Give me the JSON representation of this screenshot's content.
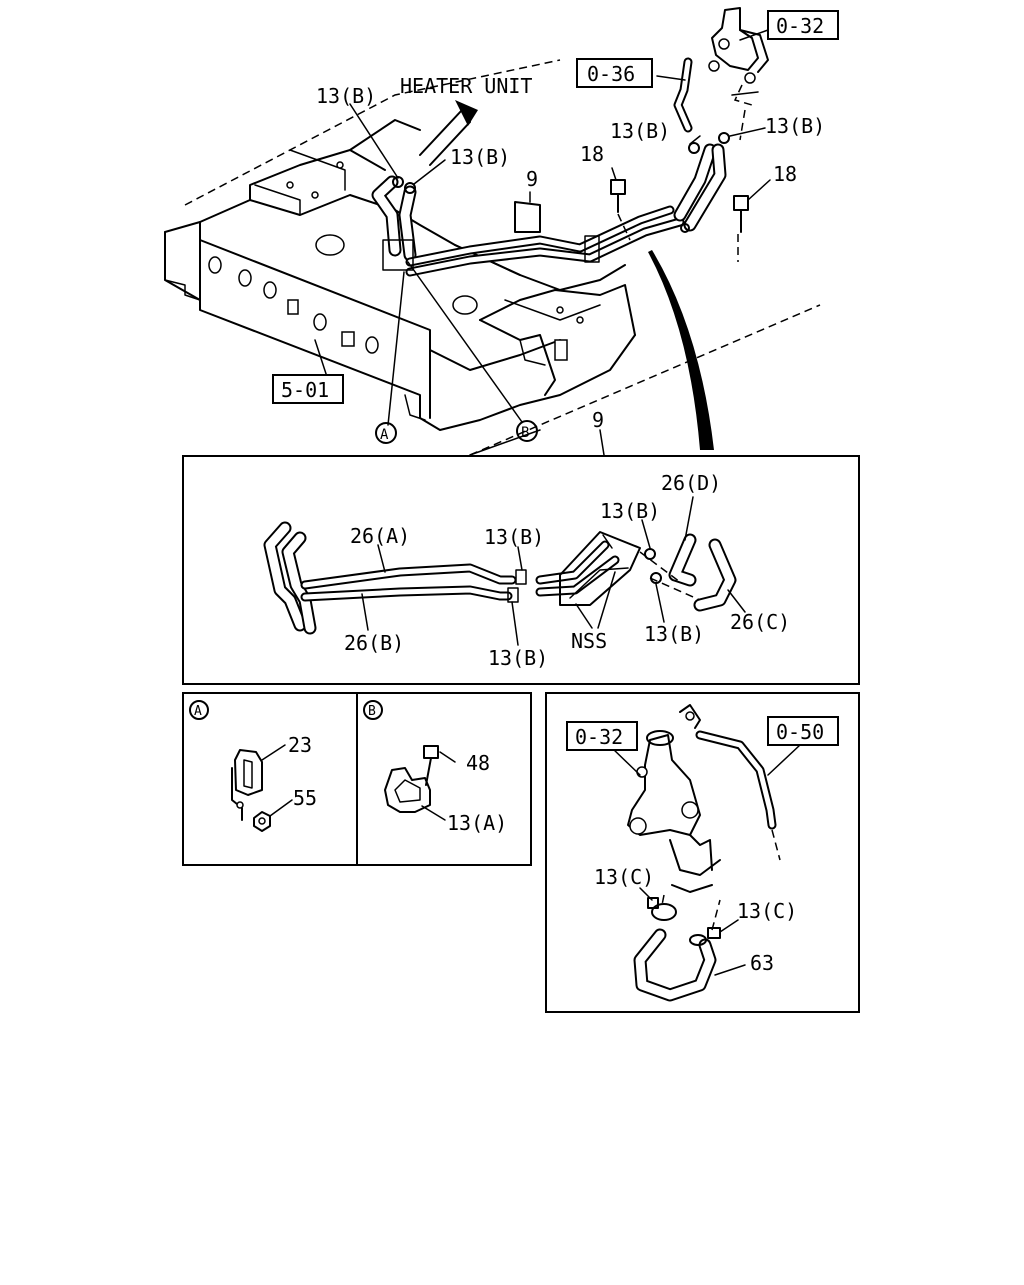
{
  "diagram": {
    "callouts": {
      "heater_unit": "HEATER UNIT",
      "ref_0_32_top": "0-32",
      "ref_0_36": "0-36",
      "ref_5_01": "5-01",
      "ref_0_32_detail": "0-32",
      "ref_0_50": "0-50",
      "clip_13b_1": "13(B)",
      "clip_13b_2": "13(B)",
      "clip_13b_3": "13(B)",
      "clip_13b_4": "13(B)",
      "bolt_18_left": "18",
      "bolt_18_right": "18",
      "pipe_9_top": "9",
      "pipe_9_mid": "9",
      "marker_a": "A",
      "marker_b": "B"
    },
    "pipe_detail": {
      "hose_26a": "26(A)",
      "hose_26b": "26(B)",
      "hose_26c": "26(C)",
      "hose_26d": "26(D)",
      "clip_13b_top": "13(B)",
      "clip_13b_bottom": "13(B)",
      "clip_13b_right_top": "13(B)",
      "clip_13b_right_bottom": "13(B)",
      "nss": "NSS"
    },
    "detail_a": {
      "marker": "A",
      "part_23": "23",
      "part_55": "55"
    },
    "detail_b": {
      "marker": "B",
      "part_48": "48",
      "part_13a": "13(A)"
    },
    "detail_outlet": {
      "clip_13c_left": "13(C)",
      "clip_13c_right": "13(C)",
      "hose_63": "63"
    }
  }
}
